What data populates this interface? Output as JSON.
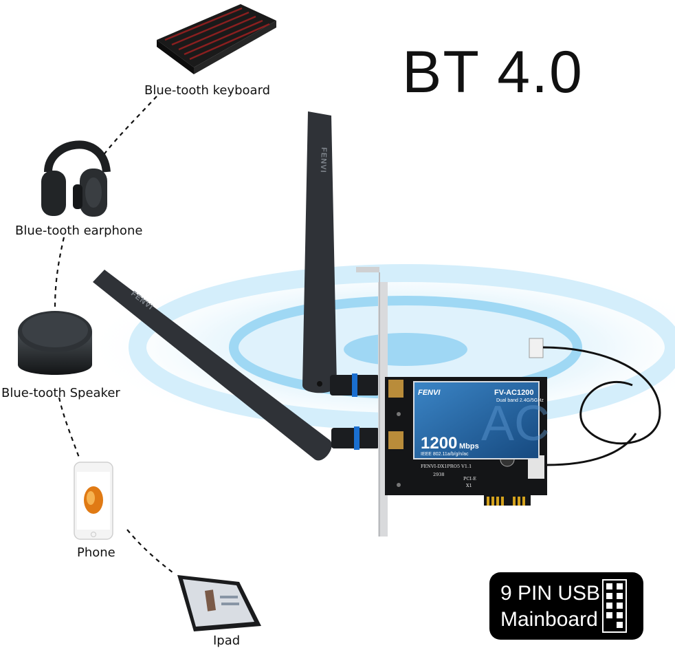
{
  "headline": "BT 4.0",
  "devices": {
    "keyboard": {
      "label": "Blue-tooth keyboard",
      "icon": "keyboard-icon"
    },
    "earphone": {
      "label": "Blue-tooth earphone",
      "icon": "headphones-icon"
    },
    "speaker": {
      "label": "Blue-tooth Speaker",
      "icon": "speaker-icon"
    },
    "phone": {
      "label": "Phone",
      "icon": "phone-icon"
    },
    "ipad": {
      "label": "Ipad",
      "icon": "tablet-icon"
    }
  },
  "card": {
    "brand": "FENVI",
    "model": "FV-AC1200",
    "band": "Dual band 2.4G/5GHz",
    "speed": "1200",
    "speed_unit": "Mbps",
    "standard": "IEEE 802.11a/b/g/n/ac",
    "pcb_code": "FENVI-DX1PRO5 V1.1",
    "slot_label": "PCI-E",
    "slot_sub": "X1",
    "chip_code": "2938"
  },
  "antenna": {
    "brand": "FENVI"
  },
  "usb_badge": {
    "line1": "9 PIN USB",
    "line2": "Mainboard"
  },
  "colors": {
    "signal_blue": "#bfe6f8",
    "card_blue": "#1f5fa0",
    "antenna": "#2f3237",
    "badge_bg": "#000000"
  }
}
